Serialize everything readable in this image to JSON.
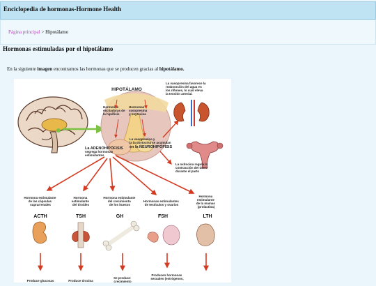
{
  "header": {
    "title": "Enciclopedia de hormonas-Hormone Health"
  },
  "breadcrumb": {
    "home_link": "Página principal",
    "separator": ">",
    "current": "Hipotálamo"
  },
  "section": {
    "heading": "Hormonas estimuladas por el hipotálamo"
  },
  "intro": {
    "part1": "En la siguiente ",
    "bold1": "imagen",
    "part2": " encontramos las hormonas que se producen gracias al ",
    "bold2": "hipotálamo."
  },
  "figure": {
    "hypothalamus_label": "HIPOTÁLAMO",
    "releasing_label": [
      "Hormonas",
      "excitadoras de",
      "la hipófisis"
    ],
    "vaso_oxy_label": [
      "Hormonas",
      "vasopresina",
      "y oxytocina"
    ],
    "vaso_stored_label": [
      "La vasopresina y",
      "la la oxytocina se acumulan",
      "en la NEUROHIPÓFISIS"
    ],
    "adeno_label": [
      "La ADENOHIPÓFISIS",
      "segrega hormonas",
      "estimulantes"
    ],
    "vaso_kidney_label": [
      "La vasopresina favorece la",
      "reabsorción del agua en",
      "los riñones, lo cual eleva",
      "la tensión arterial."
    ],
    "oxy_uterus_label": [
      "La oxitocina regula la",
      "contracción  del útero",
      "durante el parto"
    ],
    "hormones": [
      {
        "desc": [
          "Hormona estimulante",
          "de las cápsulas",
          "suprarrenales"
        ],
        "abbr": "ACTH",
        "bottom": [
          "Produce glucosas"
        ]
      },
      {
        "desc": [
          "Hormona",
          "estimulante",
          "del tiroides"
        ],
        "abbr": "TSH",
        "bottom": [
          "Produce tiroxina"
        ]
      },
      {
        "desc": [
          "Hormona estimulante",
          "del crecimiento",
          "de los huesos"
        ],
        "abbr": "GH",
        "bottom": [
          "Se produce",
          "crecimiento"
        ]
      },
      {
        "desc": [
          "Hormonas estimulantes",
          "de testículos y ovarios"
        ],
        "abbr": "FSH",
        "bottom": [
          "Producen hormonas",
          "sexuales (estrógenos,"
        ]
      },
      {
        "desc": [
          "Hormona",
          "estimulante",
          "de la mamas",
          "(prolactina)"
        ],
        "abbr": "LTH",
        "bottom": []
      }
    ]
  }
}
